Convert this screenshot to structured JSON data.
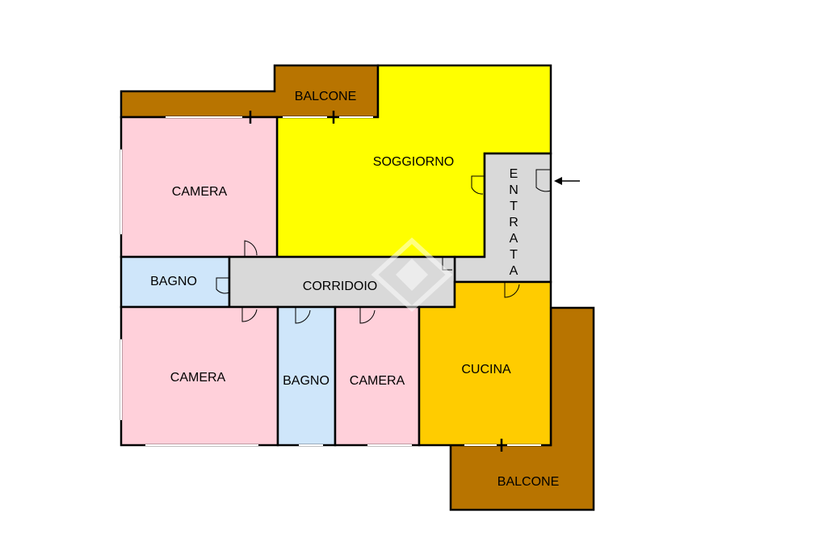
{
  "rooms": {
    "balcone_top": "BALCONE",
    "soggiorno": "SOGGIORNO",
    "camera_top": "CAMERA",
    "entrata": [
      "E",
      "N",
      "T",
      "R",
      "A",
      "T",
      "A"
    ],
    "bagno_left": "BAGNO",
    "corridoio": "CORRIDOIO",
    "camera_bottom_left": "CAMERA",
    "bagno_bottom": "BAGNO",
    "camera_bottom_mid": "CAMERA",
    "cucina": "CUCINA",
    "balcone_bottom": "BALCONE"
  },
  "colors": {
    "balcone": "#b87400",
    "soggiorno": "#ffff00",
    "camera": "#ffd0da",
    "bagno": "#cfe6fa",
    "corridoio": "#d9d9d9",
    "cucina": "#ffcc00"
  },
  "icons": {
    "entrance": "arrow-left-icon"
  }
}
